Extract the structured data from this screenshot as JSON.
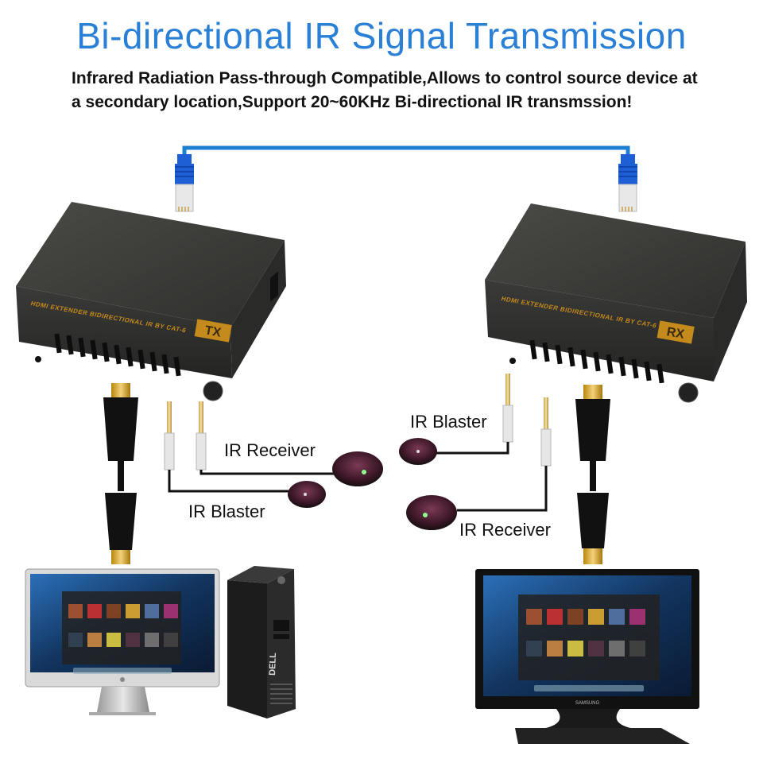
{
  "title": "Bi-directional IR Signal Transmission",
  "subtitle": "Infrared Radiation Pass-through Compatible,Allows to control source device at a secondary location,Support 20~60KHz Bi-directional IR transmssion!",
  "tx_unit": {
    "device_text": "HDMI EXTENDER BIDIRECTIONAL IR BY CAT-6",
    "badge": "TX"
  },
  "rx_unit": {
    "device_text": "HDMI EXTENDER BIDIRECTIONAL IR BY CAT-6",
    "badge": "RX"
  },
  "labels": {
    "ir_receiver_left": "IR Receiver",
    "ir_blaster_left": "IR Blaster",
    "ir_blaster_right": "IR Blaster",
    "ir_receiver_right": "IR Receiver"
  },
  "pc_brand": "DELL",
  "tv_brand": "SAMSUNG",
  "colors": {
    "title": "#2a7fd6",
    "cat6_cable": "#1d7fd0",
    "connector": "#1f5fd6",
    "device_body": "#3a3a3a",
    "device_text": "#c58a1c"
  }
}
